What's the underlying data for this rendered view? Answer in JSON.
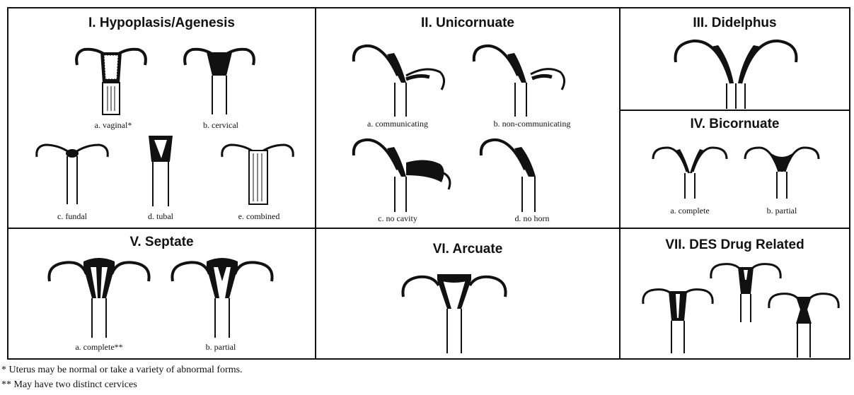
{
  "panels": {
    "p1": {
      "title": "I. Hypoplasis/Agenesis",
      "labels": [
        "a. vaginal*",
        "b. cervical",
        "c. fundal",
        "d. tubal",
        "e. combined"
      ]
    },
    "p2": {
      "title": "II. Unicornuate",
      "labels": [
        "a. communicating",
        "b. non-communicating",
        "c. no cavity",
        "d. no horn"
      ]
    },
    "p3": {
      "title": "III. Didelphus"
    },
    "p4": {
      "title": "IV. Bicornuate",
      "labels": [
        "a. complete",
        "b. partial"
      ]
    },
    "p5": {
      "title": "V. Septate",
      "labels": [
        "a. complete**",
        "b. partial"
      ]
    },
    "p6": {
      "title": "VI. Arcuate"
    },
    "p7": {
      "title": "VII. DES Drug Related"
    }
  },
  "footnotes": [
    "* Uterus may be normal or take a variety of abnormal forms.",
    "** May have two distinct cervices"
  ],
  "icons": [
    "uterus-diagram"
  ]
}
